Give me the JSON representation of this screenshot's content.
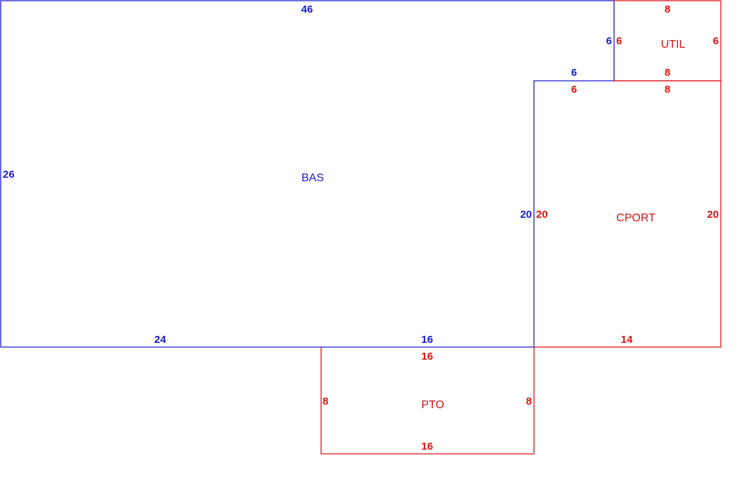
{
  "colors": {
    "main": "#1a1acc",
    "addition": "#dd1111"
  },
  "areas": {
    "bas": {
      "name": "BAS",
      "dims": {
        "top": "46",
        "left": "26",
        "bottom_left": "24",
        "bottom_right": "16",
        "right": "20",
        "step_top": "6",
        "step_side": "6"
      }
    },
    "util": {
      "name": "UTIL",
      "dims": {
        "top": "8",
        "left": "6",
        "right": "6",
        "bottom": "8"
      }
    },
    "cport": {
      "name": "CPORT",
      "dims": {
        "top_left": "6",
        "top_right": "8",
        "left": "20",
        "right": "20",
        "bottom": "14"
      }
    },
    "pto": {
      "name": "PTO",
      "dims": {
        "top": "16",
        "left": "8",
        "right": "8",
        "bottom": "16"
      }
    }
  }
}
